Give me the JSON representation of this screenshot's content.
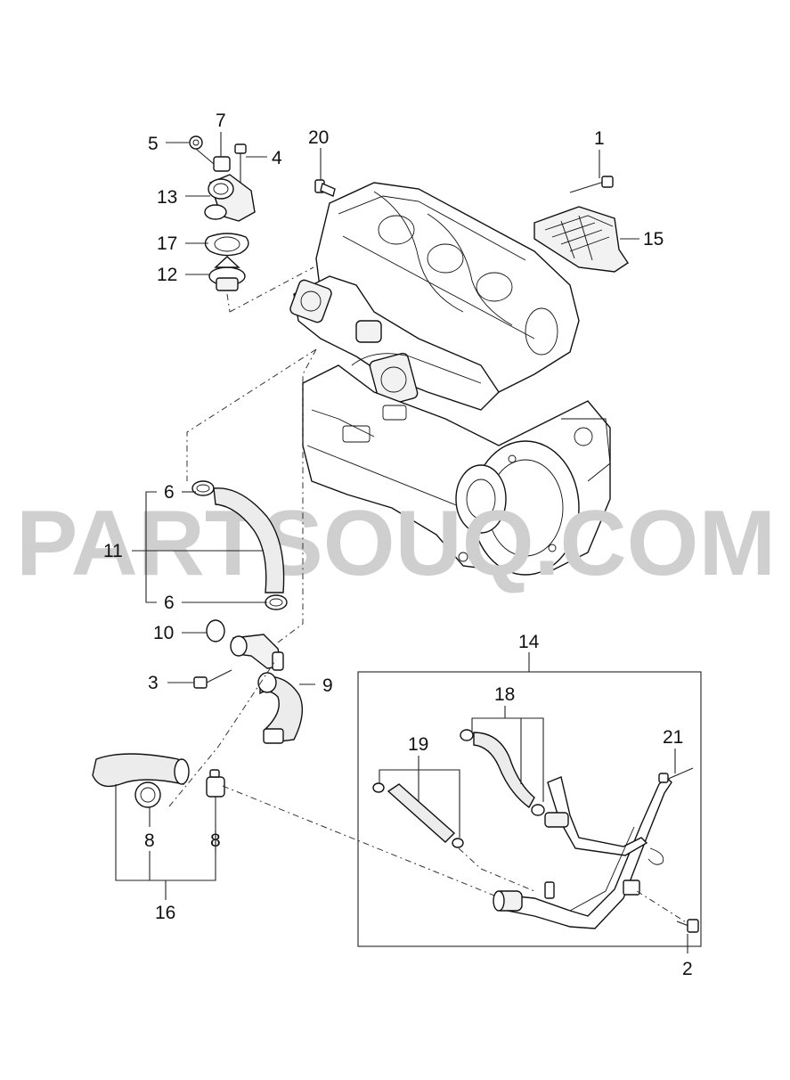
{
  "watermark": "PARTSOUQ.COM",
  "callouts": {
    "c1": "1",
    "c2": "2",
    "c3": "3",
    "c4": "4",
    "c5": "5",
    "c6a": "6",
    "c6b": "6",
    "c7": "7",
    "c8a": "8",
    "c8b": "8",
    "c9": "9",
    "c10": "10",
    "c11": "11",
    "c12": "12",
    "c13": "13",
    "c14": "14",
    "c15": "15",
    "c16": "16",
    "c17": "17",
    "c18": "18",
    "c19": "19",
    "c20": "20",
    "c21": "21"
  },
  "colors": {
    "line": "#111111",
    "watermark": "#cfcfcf",
    "background": "#ffffff"
  }
}
